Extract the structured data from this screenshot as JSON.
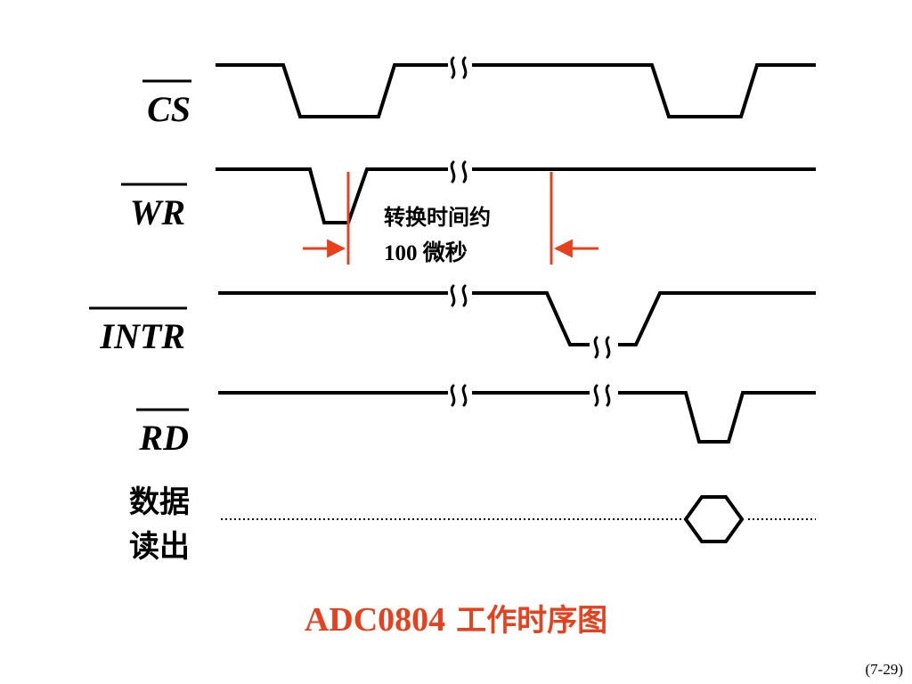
{
  "signals": {
    "cs": "CS",
    "wr": "WR",
    "intr": "INTR",
    "rd": "RD",
    "data_line1": "数据",
    "data_line2": "读出"
  },
  "annotation": {
    "line1": "转换时间约",
    "line2": "100 微秒"
  },
  "title": {
    "latin": "ADC0804",
    "cjk": "工作时序图"
  },
  "page_number": "(7-29)",
  "colors": {
    "signal": "#000000",
    "marker": "#e8401c",
    "title": "#e8401c"
  }
}
